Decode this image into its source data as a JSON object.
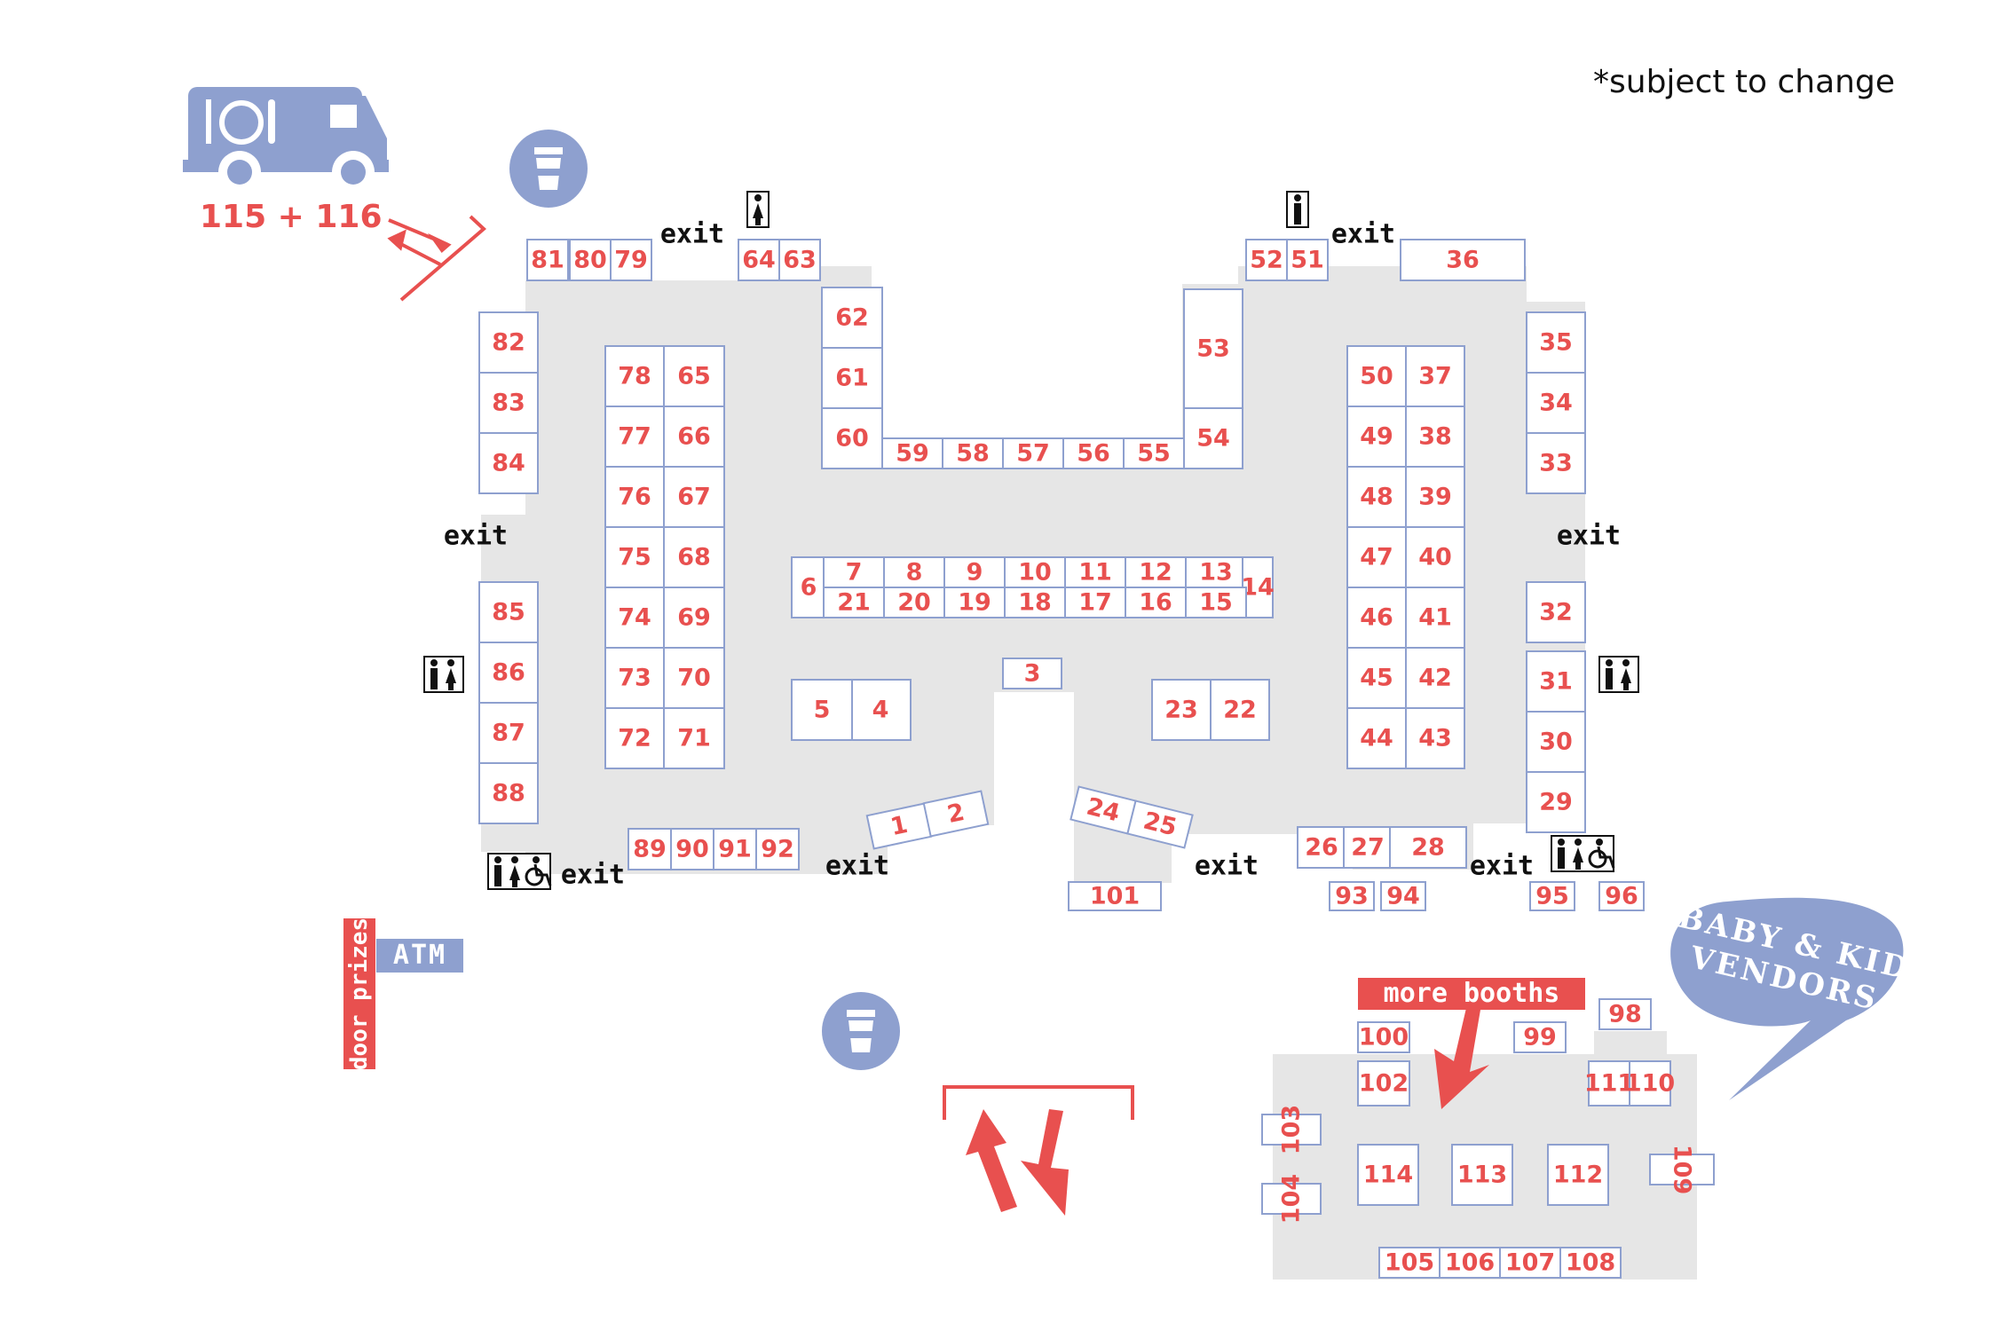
{
  "note": "*subject to change",
  "food_truck": {
    "label": "115 + 116",
    "icon": "food-truck-icon"
  },
  "labels": {
    "exit": "exit",
    "door_prizes": "door prizes",
    "atm": "ATM",
    "more_booths": "more booths",
    "baby_kid_line1": "BABY & KID",
    "baby_kid_line2": "VENDORS"
  },
  "icons": [
    "coffee-cup-icon",
    "restroom-icon",
    "accessible-restroom-icon",
    "womens-restroom-icon",
    "mens-restroom-icon",
    "traffic-arrows-icon"
  ],
  "colors": {
    "booth_number": "#e8504f",
    "booth_border": "#8ea0cf",
    "floor": "#e6e6e6",
    "accent_blue": "#8ea0cf",
    "accent_red": "#e8504f"
  },
  "booths": [
    "1",
    "2",
    "3",
    "4",
    "5",
    "6",
    "7",
    "8",
    "9",
    "10",
    "11",
    "12",
    "13",
    "14",
    "15",
    "16",
    "17",
    "18",
    "19",
    "20",
    "21",
    "22",
    "23",
    "24",
    "25",
    "26",
    "27",
    "28",
    "29",
    "30",
    "31",
    "32",
    "33",
    "34",
    "35",
    "36",
    "37",
    "38",
    "39",
    "40",
    "41",
    "42",
    "43",
    "44",
    "45",
    "46",
    "47",
    "48",
    "49",
    "50",
    "51",
    "52",
    "53",
    "54",
    "55",
    "56",
    "57",
    "58",
    "59",
    "60",
    "61",
    "62",
    "63",
    "64",
    "65",
    "66",
    "67",
    "68",
    "69",
    "70",
    "71",
    "72",
    "73",
    "74",
    "75",
    "76",
    "77",
    "78",
    "79",
    "80",
    "81",
    "82",
    "83",
    "84",
    "85",
    "86",
    "87",
    "88",
    "89",
    "90",
    "91",
    "92",
    "93",
    "94",
    "95",
    "96",
    "98",
    "99",
    "100",
    "101",
    "102",
    "103",
    "104",
    "105",
    "106",
    "107",
    "108",
    "109",
    "110",
    "111",
    "112",
    "113",
    "114"
  ]
}
